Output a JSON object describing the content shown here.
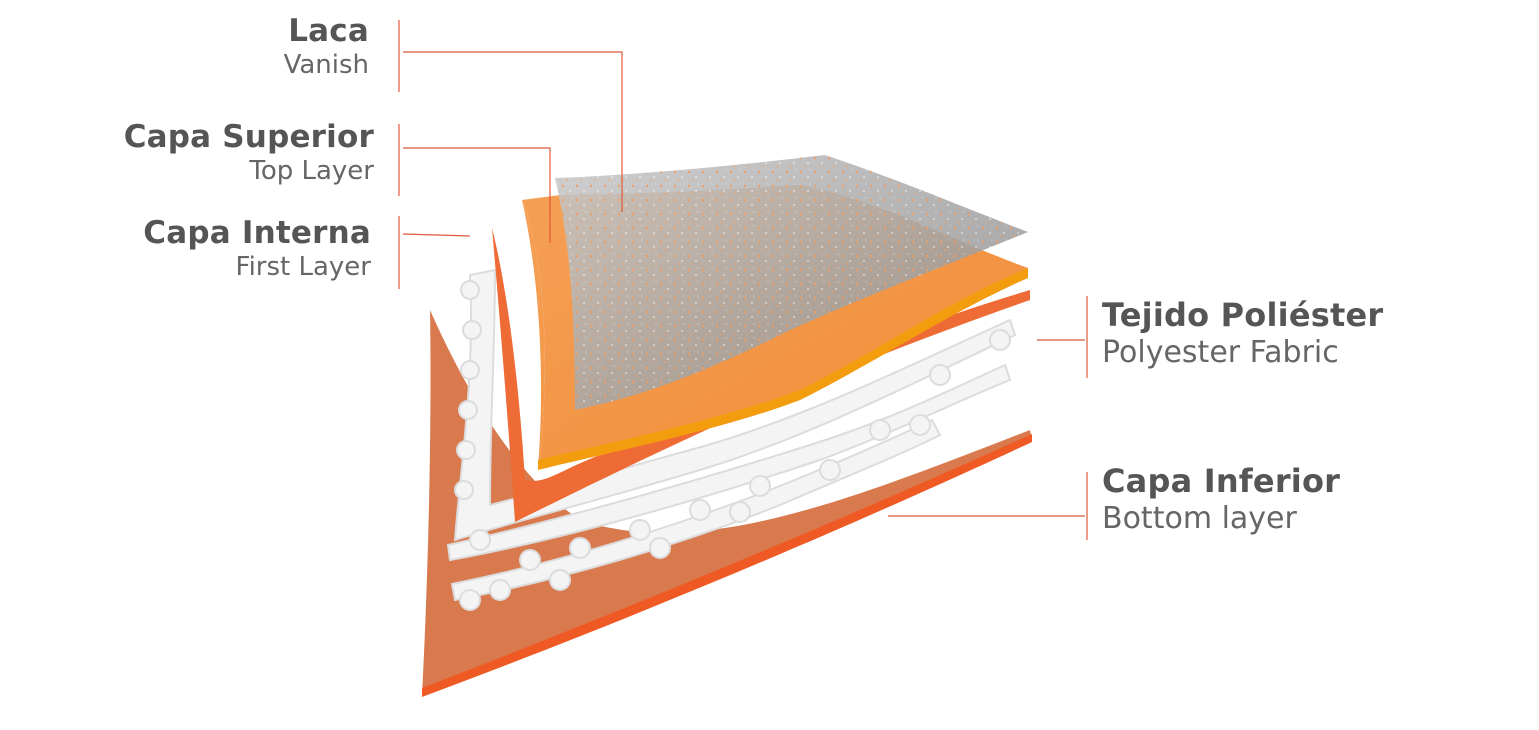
{
  "colors": {
    "leader": "#e0593a",
    "text_primary": "#555555",
    "text_secondary": "#666666",
    "bottom_layer": "#d97a4e",
    "bottom_edge": "#ef5a24",
    "first_layer": "#ee6b35",
    "top_layer": "#f39443",
    "top_edge": "#f39c0e",
    "varnish": "#9e9e9e",
    "fabric": "#f2f2f2"
  },
  "labels": {
    "laca": {
      "es": "Laca",
      "en": "Vanish"
    },
    "capa_superior": {
      "es": "Capa Superior",
      "en": "Top Layer"
    },
    "capa_interna": {
      "es": "Capa Interna",
      "en": "First Layer"
    },
    "tejido": {
      "es": "Tejido Poliéster",
      "en": "Polyester Fabric"
    },
    "capa_inferior": {
      "es": "Capa Inferior",
      "en": "Bottom layer"
    }
  }
}
